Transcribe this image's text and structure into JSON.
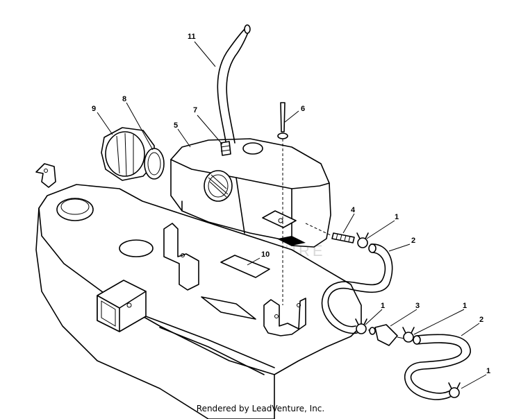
{
  "watermark": "LEADVENTURE",
  "footer": "Rendered by LeadVenture, Inc.",
  "callouts": [
    {
      "num": "11",
      "part": "vent-hose"
    },
    {
      "num": "9",
      "part": "fuel-cap"
    },
    {
      "num": "8",
      "part": "cap-gasket"
    },
    {
      "num": "7",
      "part": "vent-fitting"
    },
    {
      "num": "5",
      "part": "fuel-tank"
    },
    {
      "num": "6",
      "part": "tank-strap-bolt"
    },
    {
      "num": "4",
      "part": "outlet-fitting"
    },
    {
      "num": "1",
      "part": "hose-clamp-a"
    },
    {
      "num": "2",
      "part": "fuel-line-a"
    },
    {
      "num": "10",
      "part": "tank-pad"
    },
    {
      "num": "1",
      "part": "hose-clamp-b"
    },
    {
      "num": "3",
      "part": "fuel-filter"
    },
    {
      "num": "1",
      "part": "hose-clamp-c"
    },
    {
      "num": "2",
      "part": "fuel-line-b"
    },
    {
      "num": "1",
      "part": "hose-clamp-d"
    }
  ]
}
